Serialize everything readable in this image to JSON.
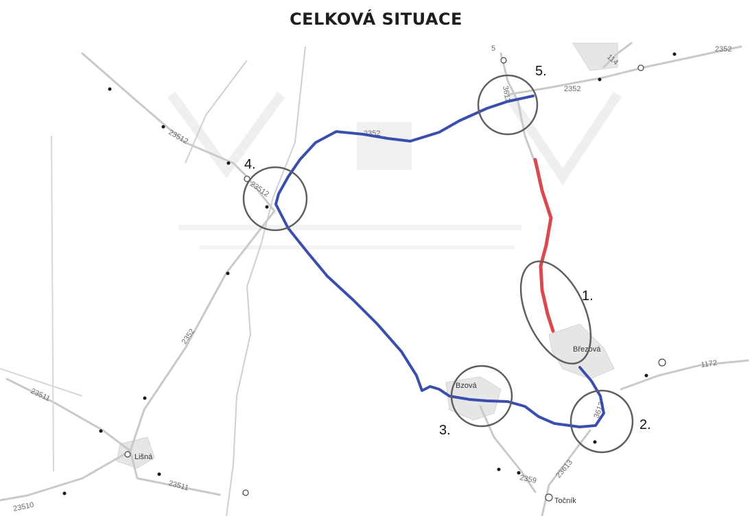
{
  "title": "CELKOVÁ SITUACE",
  "callouts": [
    "1.",
    "2.",
    "3.",
    "4.",
    "5."
  ],
  "towns": {
    "brezova": "Březová",
    "bzova": "Bzová",
    "lisna": "Lišná",
    "tocnik": "Točník"
  },
  "road_numbers": {
    "r2352_top": "2352",
    "r2352_east": "2352",
    "r2352_middle": "2352",
    "r2352_lisna": "2352",
    "r3613_north": "3613",
    "r3613_south": "3613",
    "r3613_southwest": "23613",
    "r23512_a": "23512",
    "r23512_b": "23512",
    "r23511_west": "23511",
    "r23511_south": "23511",
    "r23510": "23510",
    "r2359": "2359",
    "r1172": "1172",
    "r5": "5",
    "r114": "114"
  },
  "route_colors": {
    "detour": "#3a4eae",
    "closure": "#d94a4f"
  }
}
